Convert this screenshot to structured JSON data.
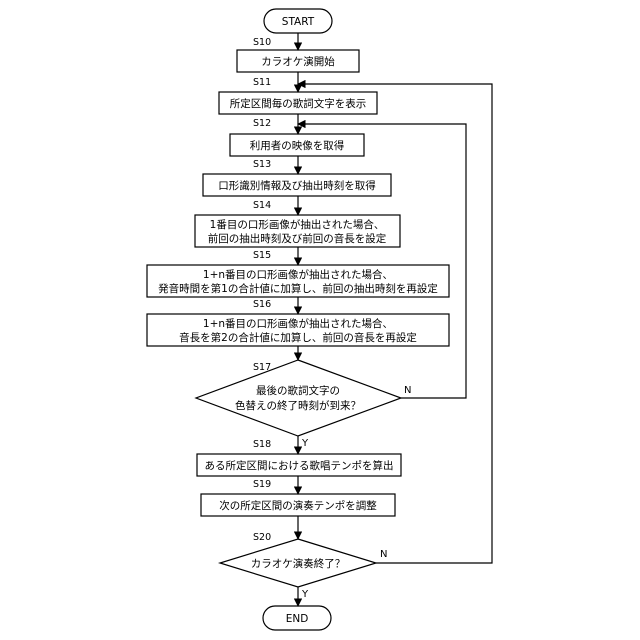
{
  "terminals": {
    "start": "START",
    "end": "END"
  },
  "steps": [
    {
      "id": "S10",
      "lines": [
        "カラオケ演開始"
      ]
    },
    {
      "id": "S11",
      "lines": [
        "所定区間毎の歌詞文字を表示"
      ]
    },
    {
      "id": "S12",
      "lines": [
        "利用者の映像を取得"
      ]
    },
    {
      "id": "S13",
      "lines": [
        "口形識別情報及び抽出時刻を取得"
      ]
    },
    {
      "id": "S14",
      "lines": [
        "1番目の口形画像が抽出された場合、",
        "前回の抽出時刻及び前回の音長を設定"
      ]
    },
    {
      "id": "S15",
      "lines": [
        "1+n番目の口形画像が抽出された場合、",
        "発音時間を第1の合計値に加算し、前回の抽出時刻を再設定"
      ]
    },
    {
      "id": "S16",
      "lines": [
        "1+n番目の口形画像が抽出された場合、",
        "音長を第2の合計値に加算し、前回の音長を再設定"
      ]
    },
    {
      "id": "S17",
      "lines": [
        "最後の歌詞文字の",
        "色替えの終了時刻が到来？"
      ],
      "yes": "Y",
      "no": "N"
    },
    {
      "id": "S18",
      "lines": [
        "ある所定区間における歌唱テンポを算出"
      ]
    },
    {
      "id": "S19",
      "lines": [
        "次の所定区間の演奏テンポを調整"
      ]
    },
    {
      "id": "S20",
      "lines": [
        "カラオケ演奏終了？"
      ],
      "yes": "Y",
      "no": "N"
    }
  ]
}
